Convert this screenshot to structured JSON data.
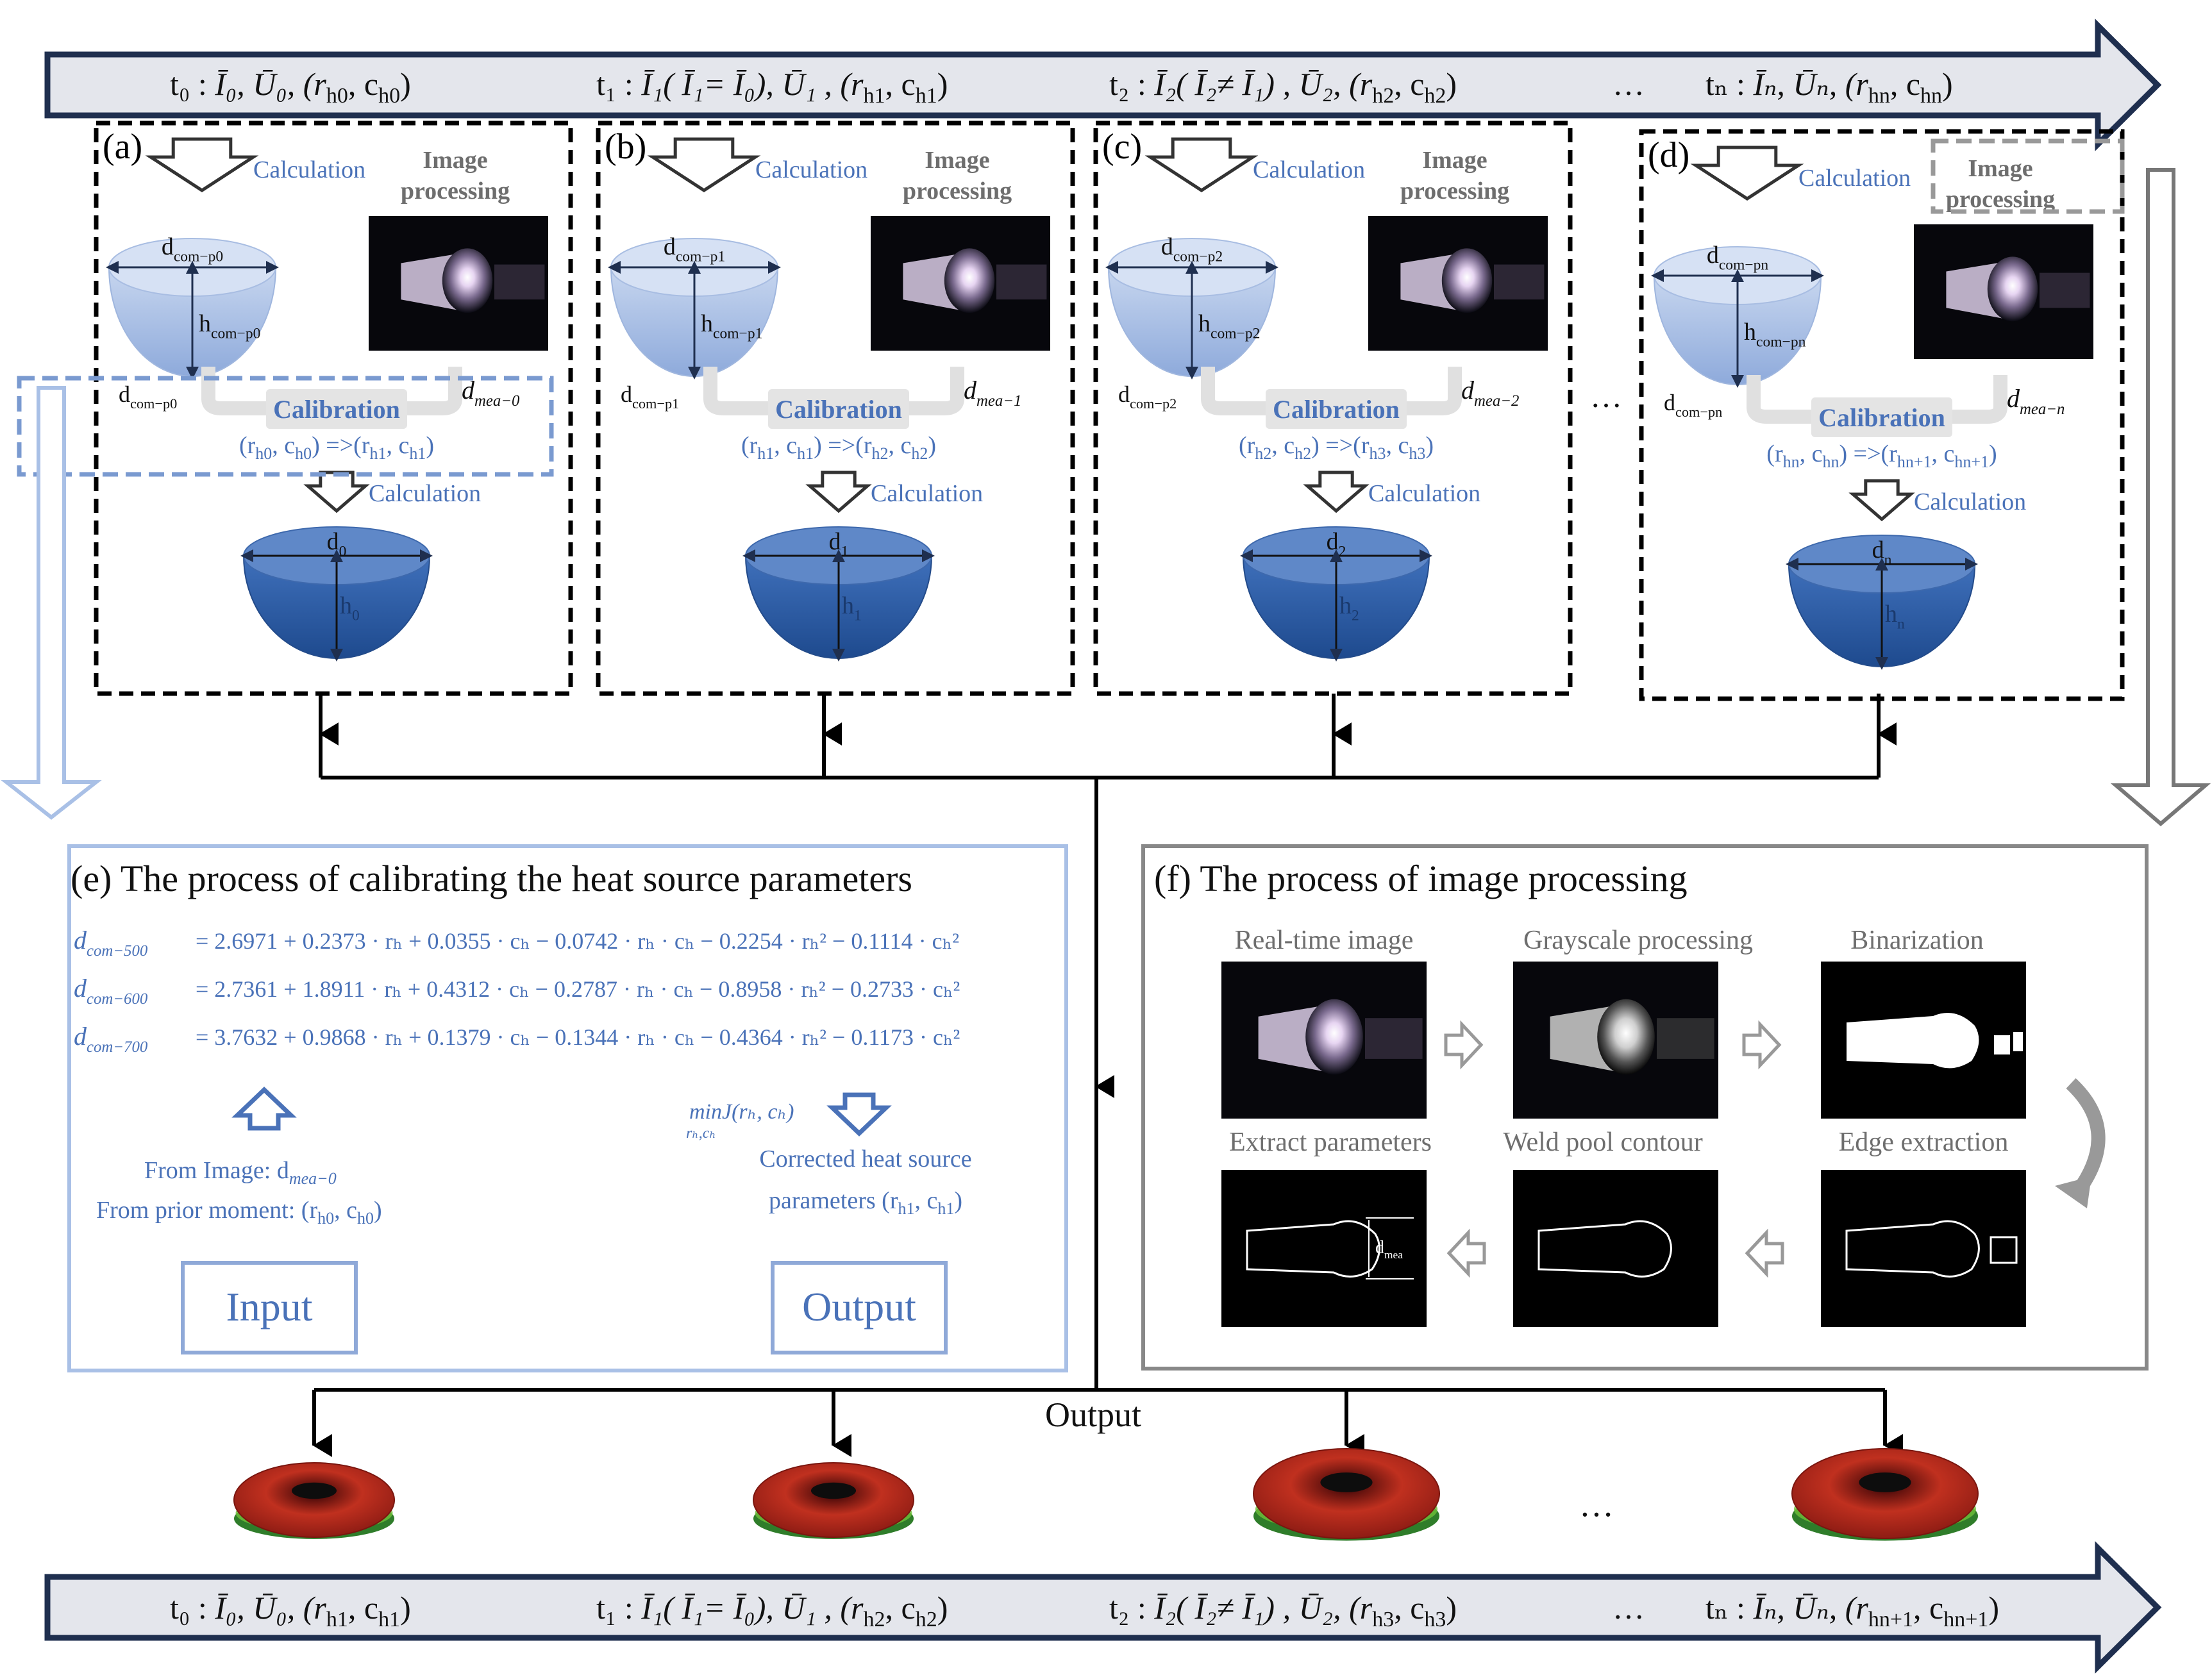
{
  "colors": {
    "navy": "#1f2f4f",
    "arrow_fill": "#e4e6ec",
    "blue_text": "#4a72b8",
    "blue_box": "#7a9ad0",
    "dark_dome": "#2c5ba4",
    "light_dome": "#b9cbea",
    "gray_box": "#7f7f7f",
    "gray_text": "#6e6e6e",
    "red_pool": "#b3261e",
    "green_pool": "#6fbf3a"
  },
  "top_timeline": {
    "items": [
      {
        "t": "t₀",
        "main": "Ī₀, Ū₀, (r",
        "sub1": "h0",
        "mid": ", c",
        "sub2": "h0",
        "end": ")"
      },
      {
        "t": "t₁",
        "main": "Ī₁( Ī₁= Ī₀), Ū₁ , (r",
        "sub1": "h1",
        "mid": ", c",
        "sub2": "h1",
        "end": ")"
      },
      {
        "t": "t₂",
        "main": "Ī₂( Ī₂≠ Ī₁) , Ū₂, (r",
        "sub1": "h2",
        "mid": ", c",
        "sub2": "h2",
        "end": ")"
      },
      {
        "t": "tₙ",
        "main": "Īₙ, Ūₙ, (r",
        "sub1": "hn",
        "mid": ", c",
        "sub2": "hn",
        "end": ")"
      }
    ],
    "ellipsis": "…"
  },
  "bottom_timeline": {
    "items": [
      {
        "t": "t₀",
        "main": "Ī₀, Ū₀, (r",
        "sub1": "h1",
        "mid": ", c",
        "sub2": "h1",
        "end": ")"
      },
      {
        "t": "t₁",
        "main": "Ī₁( Ī₁= Ī₀), Ū₁ , (r",
        "sub1": "h2",
        "mid": ", c",
        "sub2": "h2",
        "end": ")"
      },
      {
        "t": "t₂",
        "main": "Ī₂( Ī₂≠ Ī₁) , Ū₂, (r",
        "sub1": "h3",
        "mid": ", c",
        "sub2": "h3",
        "end": ")"
      },
      {
        "t": "tₙ",
        "main": "Īₙ, Ūₙ, (r",
        "sub1": "hn+1",
        "mid": ", c",
        "sub2": "hn+1",
        "end": ")"
      }
    ],
    "ellipsis": "…"
  },
  "panels": [
    {
      "label": "(a)",
      "calc": "Calculation",
      "img1": "Image",
      "img2": "processing",
      "dcom": "d",
      "dcom_sub": "com−p0",
      "hcom": "h",
      "hcom_sub": "com−p0",
      "dcom_left": "d",
      "dcom_left_sub": "com−p0",
      "calibration": "Calibration",
      "dmea": "d",
      "dmea_sub": "mea−0",
      "update": "(r",
      "u1": "h0",
      "u2": ", c",
      "u3": "h0",
      "u4": ") =>(r",
      "u5": "h1",
      "u6": ", c",
      "u7": "h1",
      "u8": ")",
      "calc2": "Calculation",
      "d": "d",
      "d_sub": "0",
      "h": "h",
      "h_sub": "0"
    },
    {
      "label": "(b)",
      "calc": "Calculation",
      "img1": "Image",
      "img2": "processing",
      "dcom": "d",
      "dcom_sub": "com−p1",
      "hcom": "h",
      "hcom_sub": "com−p1",
      "dcom_left": "d",
      "dcom_left_sub": "com−p1",
      "calibration": "Calibration",
      "dmea": "d",
      "dmea_sub": "mea−1",
      "update": "(r",
      "u1": "h1",
      "u2": ", c",
      "u3": "h1",
      "u4": ") =>(r",
      "u5": "h2",
      "u6": ", c",
      "u7": "h2",
      "u8": ")",
      "calc2": "Calculation",
      "d": "d",
      "d_sub": "1",
      "h": "h",
      "h_sub": "1"
    },
    {
      "label": "(c)",
      "calc": "Calculation",
      "img1": "Image",
      "img2": "processing",
      "dcom": "d",
      "dcom_sub": "com−p2",
      "hcom": "h",
      "hcom_sub": "com−p2",
      "dcom_left": "d",
      "dcom_left_sub": "com−p2",
      "calibration": "Calibration",
      "dmea": "d",
      "dmea_sub": "mea−2",
      "update": "(r",
      "u1": "h2",
      "u2": ", c",
      "u3": "h2",
      "u4": ") =>(r",
      "u5": "h3",
      "u6": ", c",
      "u7": "h3",
      "u8": ")",
      "calc2": "Calculation",
      "d": "d",
      "d_sub": "2",
      "h": "h",
      "h_sub": "2"
    },
    {
      "label": "(d)",
      "calc": "Calculation",
      "img1": "Image",
      "img2": "processing",
      "dcom": "d",
      "dcom_sub": "com−pn",
      "hcom": "h",
      "hcom_sub": "com−pn",
      "dcom_left": "d",
      "dcom_left_sub": "com−pn",
      "calibration": "Calibration",
      "dmea": "d",
      "dmea_sub": "mea−n",
      "update": "(r",
      "u1": "hn",
      "u2": ", c",
      "u3": "hn",
      "u4": ") =>(r",
      "u5": "hn+1",
      "u6": ", c",
      "u7": "hn+1",
      "u8": ")",
      "calc2": "Calculation",
      "d": "d",
      "d_sub": "n",
      "h": "h",
      "h_sub": "n"
    }
  ],
  "panel_ellipsis": "…",
  "section_e": {
    "title": "(e) The process of calibrating the heat source parameters",
    "equations": [
      {
        "lhs": "d",
        "lhs_sub": "com−500",
        "rhs": "= 2.6971 + 0.2373 · rₕ + 0.0355 · cₕ − 0.0742 · rₕ · cₕ − 0.2254 · rₕ² − 0.1114 · cₕ²"
      },
      {
        "lhs": "d",
        "lhs_sub": "com−600",
        "rhs": "= 2.7361 + 1.8911 · rₕ + 0.4312 · cₕ − 0.2787 · rₕ · cₕ − 0.8958 · rₕ² − 0.2733 · cₕ²"
      },
      {
        "lhs": "d",
        "lhs_sub": "com−700",
        "rhs": "= 3.7632 + 0.9868 · rₕ + 0.1379 · cₕ − 0.1344 · rₕ · cₕ − 0.4364 · rₕ² − 0.1173 · cₕ²"
      }
    ],
    "minj": "minJ(rₕ, cₕ)",
    "minj_sub": "rₕ,cₕ",
    "from_image": "From Image:  d",
    "from_image_sub": "mea−0",
    "from_prior": "From prior moment:  (r",
    "fp1": "h0",
    "fp2": ", c",
    "fp3": "h0",
    "fp4": ")",
    "corrected1": "Corrected heat source",
    "corrected2": "parameters (r",
    "cp1": "h1",
    "cp2": ", c",
    "cp3": "h1",
    "cp4": ")",
    "input_label": "Input",
    "output_label": "Output"
  },
  "section_f": {
    "title": "(f) The process of image processing",
    "labels": [
      "Real-time image",
      "Grayscale processing",
      "Binarization",
      "Extract parameters",
      "Weld pool contour",
      "Edge extraction"
    ],
    "dmea": "d",
    "dmea_sub": "mea"
  },
  "output_label": "Output",
  "pool_ellipsis": "…"
}
